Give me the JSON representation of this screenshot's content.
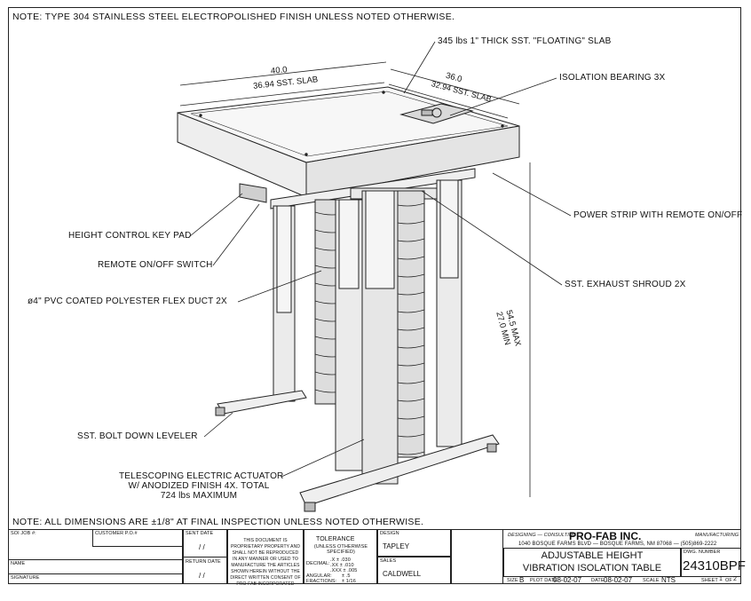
{
  "notes": {
    "top": "NOTE:  TYPE 304 STAINLESS STEEL ELECTROPOLISHED FINISH UNLESS NOTED OTHERWISE.",
    "bottom": "NOTE:  ALL DIMENSIONS ARE ±1/8\" AT FINAL INSPECTION UNLESS NOTED OTHERWISE."
  },
  "callouts": {
    "slab": "345 lbs 1\" THICK SST. \"FLOATING\" SLAB",
    "bearing": "ISOLATION BEARING 3X",
    "power_strip": "POWER STRIP WITH REMOTE ON/OFF",
    "keypad": "HEIGHT CONTROL KEY PAD",
    "remote_switch": "REMOTE ON/OFF SWITCH",
    "flex_duct": "ø4\" PVC COATED POLYESTER FLEX DUCT 2X",
    "shroud": "SST. EXHAUST SHROUD 2X",
    "leveler": "SST. BOLT DOWN LEVELER",
    "actuator_1": "TELESCOPING ELECTRIC ACTUATOR",
    "actuator_2": "W/ ANODIZED FINISH 4X. TOTAL",
    "actuator_3": "724 lbs MAXIMUM"
  },
  "dimensions": {
    "width_outer": "40.0",
    "width_slab": "36.94 SST. SLAB",
    "depth_outer": "36.0",
    "depth_slab": "32.94 SST. SLAB",
    "height_max": "54.5 MAX",
    "height_min": "27.0 MIN"
  },
  "title_block": {
    "labels": {
      "job": "SOI JOB #:",
      "po": "CUSTOMER P.O.#",
      "name": "NAME",
      "signature": "SIGNATURE",
      "sent_date": "SENT DATE",
      "return_date": "RETURN DATE",
      "proprietary": "THIS DOCUMENT IS PROPRIETARY PROPERTY AND SHALL NOT BE REPRODUCED IN ANY MANNER OR USED TO MANUFACTURE THE ARTICLES SHOWN HEREIN WITHOUT THE DIRECT WRITTEN CONSENT OF PRO-FAB INCORPORATED",
      "tolerance": "TOLERANCE",
      "tol_sub": "(UNLESS OTHERWISE SPECIFIED)",
      "decimal": "DECIMAL:",
      "tol_x": ".X   ± .030",
      "tol_xx": ".XX  ± .010",
      "tol_xxx": ".XXX ± .005",
      "angular": "ANGULAR:",
      "tol_ang": "± .5",
      "fractions": "FRACTIONS:",
      "tol_frac": "± 1/16",
      "design": "DESIGN",
      "sales": "SALES",
      "designing": "DESIGNING — CONSULTING",
      "manufacturing": "MANUFACTURING",
      "dwg_number_label": "DWG. NUMBER",
      "size": "SIZE",
      "plot_date": "PLOT DATE",
      "date": "DATE",
      "scale": "SCALE",
      "sheet": "SHEET",
      "of": "OF"
    },
    "sent_date_value": "/  /",
    "return_date_value": "/  /",
    "designer": "TAPLEY",
    "sales_person": "CALDWELL",
    "company": "PRO-FAB INC.",
    "address": "1040 BOSQUE FARMS BLVD — BOSQUE FARMS, NM 87068 — (505)869-2222",
    "title_1": "ADJUSTABLE HEIGHT",
    "title_2": "VIBRATION ISOLATION TABLE",
    "dwg_number": "24310BPF",
    "size_value": "B",
    "plot_date_value": "08-02-07",
    "date_value": "08-02-07",
    "scale_value": "NTS",
    "sheet_value": "1",
    "sheet_total": "2"
  }
}
